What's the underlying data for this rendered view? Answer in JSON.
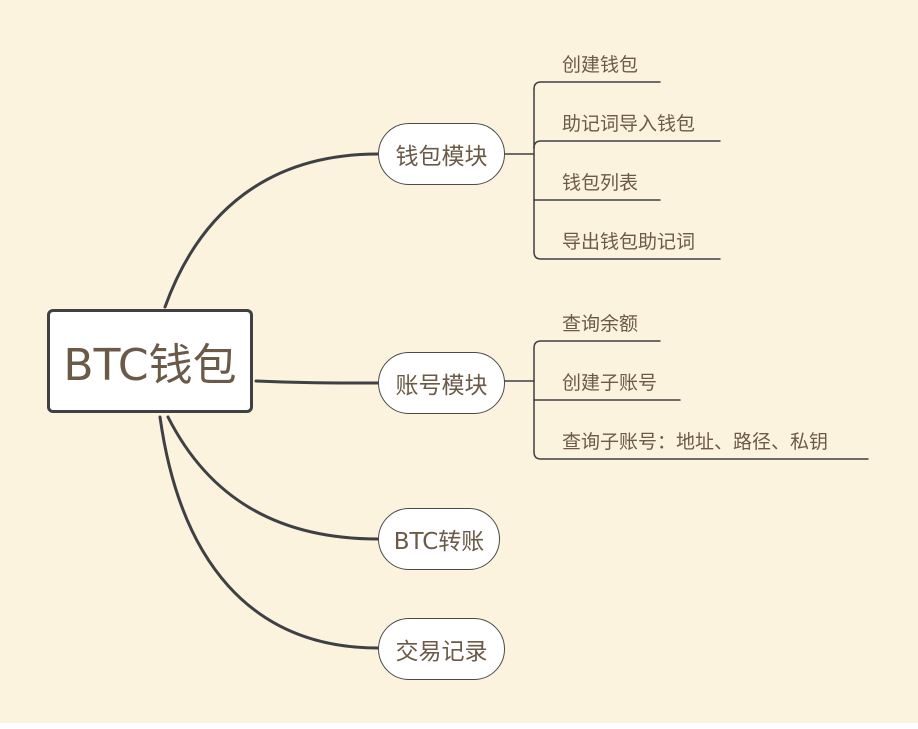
{
  "root": {
    "label": "BTC钱包"
  },
  "branches": [
    {
      "label": "钱包模块",
      "children": [
        "创建钱包",
        "助记词导入钱包",
        "钱包列表",
        "导出钱包助记词"
      ]
    },
    {
      "label": "账号模块",
      "children": [
        "查询余额",
        "创建子账号",
        "查询子账号：地址、路径、私钥"
      ]
    },
    {
      "label": "BTC转账",
      "children": []
    },
    {
      "label": "交易记录",
      "children": []
    }
  ],
  "colors": {
    "background": "#fcf3df",
    "line": "#3e4043",
    "text": "#6b5a47"
  }
}
